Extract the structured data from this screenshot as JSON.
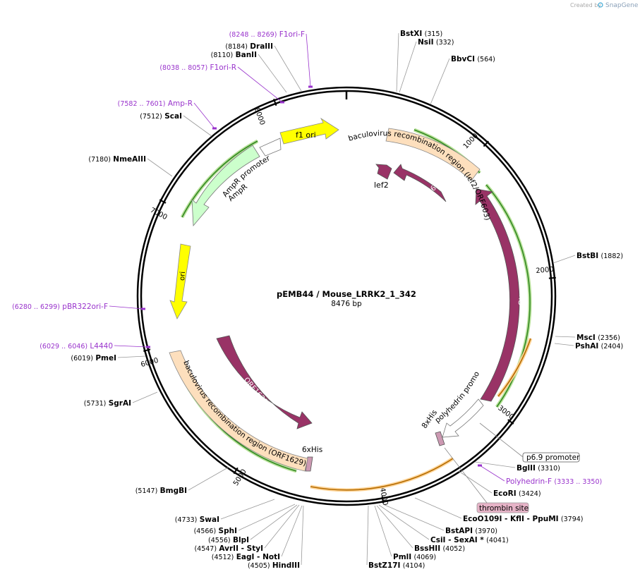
{
  "watermark": {
    "text": "Created by",
    "brand": "SnapGene"
  },
  "plasmid": {
    "name": "pEMB44 / Mouse_LRRK2_1_342",
    "size": "8476 bp",
    "length_bp": 8476
  },
  "ticks": [
    {
      "bp": 1000,
      "label": "1000"
    },
    {
      "bp": 2000,
      "label": "2000"
    },
    {
      "bp": 3000,
      "label": "3000"
    },
    {
      "bp": 4000,
      "label": "4000"
    },
    {
      "bp": 5000,
      "label": "5000"
    },
    {
      "bp": 6000,
      "label": "6000"
    },
    {
      "bp": 7000,
      "label": "7000"
    },
    {
      "bp": 8000,
      "label": "8000"
    }
  ],
  "features": [
    {
      "name": "f1 ori",
      "label": "f1 ori",
      "color": "#ffff00",
      "direction": "cw"
    },
    {
      "name": "baculovirus recombination region (lef2/ORF603)",
      "label": "baculovirus recombination region (lef2/ORF603)",
      "color": "#fddfbd",
      "direction": "none"
    },
    {
      "name": "lef2",
      "label": "lef2",
      "color": "#993366",
      "direction": "ccw"
    },
    {
      "name": "ORF603",
      "label": "ORF603",
      "color": "#993366",
      "direction": "ccw"
    },
    {
      "name": "GUS",
      "label": "GUS",
      "color": "#993366",
      "direction": "ccw"
    },
    {
      "name": "polyhedrin promoter",
      "label": "polyhedrin promoter",
      "color": "#ffffff",
      "direction": "ccw"
    },
    {
      "name": "8xHis",
      "label": "8xHis",
      "color": "#cc99b2",
      "direction": "none"
    },
    {
      "name": "6xHis",
      "label": "6xHis",
      "color": "#cc99b2",
      "direction": "none"
    },
    {
      "name": "baculovirus recombination region (ORF1629)",
      "label": "baculovirus recombination region (ORF1629)",
      "color": "#fddfbd",
      "direction": "none"
    },
    {
      "name": "ORF1629",
      "label": "ORF1629",
      "color": "#993366",
      "direction": "cw"
    },
    {
      "name": "ori",
      "label": "ori",
      "color": "#ffff00",
      "direction": "ccw"
    },
    {
      "name": "AmpR",
      "label": "AmpR",
      "color": "#ccffcc",
      "direction": "ccw"
    },
    {
      "name": "AmpR promoter",
      "label": "AmpR promoter",
      "color": "#ffffff",
      "direction": "ccw"
    }
  ],
  "boxed_labels": [
    {
      "text": "p6.9 promoter",
      "style": "white"
    },
    {
      "text": "thrombin site",
      "style": "pink"
    }
  ],
  "sites": [
    {
      "name": "BstXI",
      "pos": "(315)"
    },
    {
      "name": "NsiI",
      "pos": "(332)"
    },
    {
      "name": "BbvCI",
      "pos": "(564)"
    },
    {
      "name": "BstBI",
      "pos": "(1882)"
    },
    {
      "name": "MscI",
      "pos": "(2356)"
    },
    {
      "name": "PshAI",
      "pos": "(2404)"
    },
    {
      "name": "BglII",
      "pos": "(3310)"
    },
    {
      "name": "EcoRI",
      "pos": "(3424)"
    },
    {
      "name": "EcoO109I  - KflI  - PpuMI",
      "pos": "(3794)"
    },
    {
      "name": "BstAPI",
      "pos": "(3970)"
    },
    {
      "name": "CsiI  - SexAI *",
      "pos": "(4041)"
    },
    {
      "name": "BssHII",
      "pos": "(4052)"
    },
    {
      "name": "PmlI",
      "pos": "(4069)"
    },
    {
      "name": "BstZ17I",
      "pos": "(4104)"
    },
    {
      "name": "HindIII",
      "pos": "(4505)"
    },
    {
      "name": "EagI  - NotI",
      "pos": "(4512)"
    },
    {
      "name": "AvrII  - StyI",
      "pos": "(4547)"
    },
    {
      "name": "BlpI",
      "pos": "(4556)"
    },
    {
      "name": "SphI",
      "pos": "(4566)"
    },
    {
      "name": "SwaI",
      "pos": "(4733)"
    },
    {
      "name": "BmgBI",
      "pos": "(5147)"
    },
    {
      "name": "SgrAI",
      "pos": "(5731)"
    },
    {
      "name": "PmeI",
      "pos": "(6019)"
    },
    {
      "name": "NmeAIII",
      "pos": "(7180)"
    },
    {
      "name": "ScaI",
      "pos": "(7512)"
    },
    {
      "name": "BanII",
      "pos": "(8110)"
    },
    {
      "name": "DraIII",
      "pos": "(8184)"
    }
  ],
  "primers": [
    {
      "name": "F1ori-F",
      "range": "(8248 .. 8269)"
    },
    {
      "name": "F1ori-R",
      "range": "(8038 .. 8057)"
    },
    {
      "name": "Amp-R",
      "range": "(7582 .. 7601)"
    },
    {
      "name": "pBR322ori-F",
      "range": "(6280 .. 6299)"
    },
    {
      "name": "L4440",
      "range": "(6029 .. 6046)"
    },
    {
      "name": "Polyhedrin-F",
      "range": "(3333 .. 3350)"
    }
  ],
  "colors": {
    "backbone": "#000000",
    "primer": "#9933cc",
    "feature_dark": "#993366",
    "green_strand": "#66aa22",
    "orange_strand": "#cc7a00"
  }
}
